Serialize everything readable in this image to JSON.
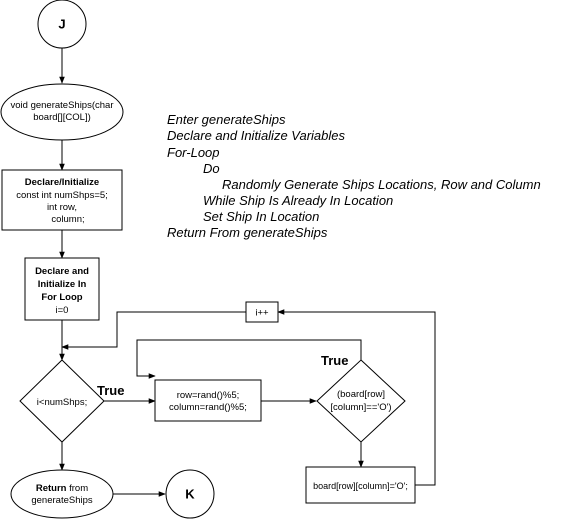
{
  "nodes": {
    "start_connector": "J",
    "function_header": [
      "void generateShips(char",
      "board[][COL])"
    ],
    "declare_block": {
      "title": "Declare/Initialize",
      "lines": [
        "const int numShps=5;",
        "int row,",
        "column;"
      ]
    },
    "loop_init_block": {
      "title": [
        "Declare and",
        "Initialize In",
        "For Loop"
      ],
      "value": "i=0"
    },
    "loop_condition": "i<numShps;",
    "random_assign": [
      "row=rand()%5;",
      "column=rand()%5;"
    ],
    "cell_check": [
      "(board[row]",
      "[column]=='O')"
    ],
    "set_ship": "board[row][column]='O';",
    "increment": "i++",
    "return_terminal": {
      "bold": "Return",
      "rest": " from",
      "line2": "generateShips"
    },
    "end_connector": "K"
  },
  "edge_labels": {
    "loop_true": "True",
    "check_true": "True"
  },
  "pseudocode": [
    "Enter generateShips",
    "Declare and Initialize Variables",
    "For-Loop",
    "Do",
    "Randomly Generate Ships Locations, Row and Column",
    "While Ship Is Already In Location",
    "Set Ship In Location",
    "Return From generateShips"
  ]
}
